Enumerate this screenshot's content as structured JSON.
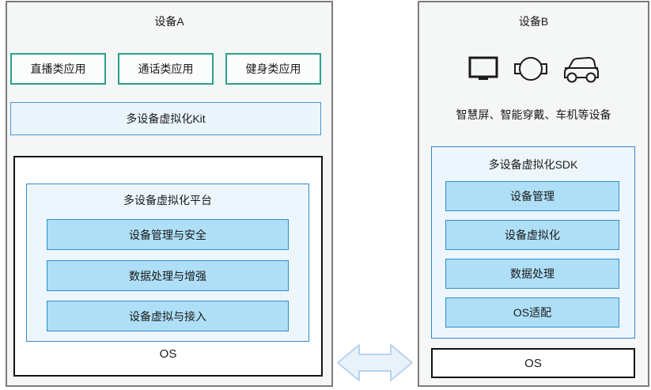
{
  "left_panel": {
    "title": "设备A",
    "apps": [
      "直播类应用",
      "通话类应用",
      "健身类应用"
    ],
    "kit_label": "多设备虚拟化Kit",
    "platform": {
      "title": "多设备虚拟化平台",
      "layers": [
        "设备管理与安全",
        "数据处理与增强",
        "设备虚拟与接入"
      ]
    },
    "os_label": "OS"
  },
  "right_panel": {
    "title": "设备B",
    "icons": [
      "smart-screen-icon",
      "wearable-icon",
      "car-icon"
    ],
    "caption": "智慧屏、智能穿戴、车机等设备",
    "sdk": {
      "title": "多设备虚拟化SDK",
      "layers": [
        "设备管理",
        "设备虚拟化",
        "数据处理",
        "OS适配"
      ]
    },
    "os_label": "OS"
  },
  "connector": {
    "type": "double-arrow"
  },
  "colors": {
    "panel_bg": "#f5f6f6",
    "panel_border": "#7b7b7b",
    "app_border_green": "#2aa18e",
    "blue_border": "#2e8fd2",
    "container_blue_bg": "#eef6fd",
    "kit_bg": "#eaf5fc",
    "layer_blue_bg": "#aedff7",
    "arrow_fill": "#e9f2fb",
    "arrow_stroke": "#b7d3ee"
  }
}
